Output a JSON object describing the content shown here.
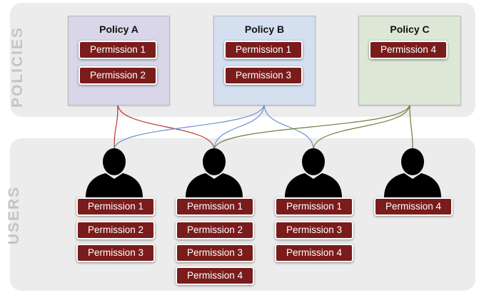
{
  "sections": {
    "policies_label": "POLICIES",
    "users_label": "USERS"
  },
  "policies": [
    {
      "name": "Policy A",
      "permissions": [
        "Permission 1",
        "Permission 2"
      ],
      "color": "#d8d6e8"
    },
    {
      "name": "Policy B",
      "permissions": [
        "Permission 1",
        "Permission 3"
      ],
      "color": "#d4dff0"
    },
    {
      "name": "Policy C",
      "permissions": [
        "Permission 4"
      ],
      "color": "#dde7d5"
    }
  ],
  "users": [
    {
      "icon": "user-silhouette-icon",
      "permissions": [
        "Permission 1",
        "Permission 2",
        "Permission 3"
      ]
    },
    {
      "icon": "user-silhouette-icon",
      "permissions": [
        "Permission 1",
        "Permission 2",
        "Permission 3",
        "Permission 4"
      ]
    },
    {
      "icon": "user-silhouette-icon",
      "permissions": [
        "Permission 1",
        "Permission 3",
        "Permission 4"
      ]
    },
    {
      "icon": "user-silhouette-icon",
      "permissions": [
        "Permission 4"
      ]
    }
  ],
  "connections": [
    {
      "policy": "Policy A",
      "users": [
        1,
        2
      ],
      "color": "#b5332f"
    },
    {
      "policy": "Policy B",
      "users": [
        1,
        2,
        3
      ],
      "color": "#6f8fd4"
    },
    {
      "policy": "Policy C",
      "users": [
        2,
        3,
        4
      ],
      "color": "#6b7d3a"
    }
  ],
  "colors": {
    "permission_fill": "#7a1c1c",
    "band_background": "#ececec",
    "band_label": "#c4c4c4"
  }
}
